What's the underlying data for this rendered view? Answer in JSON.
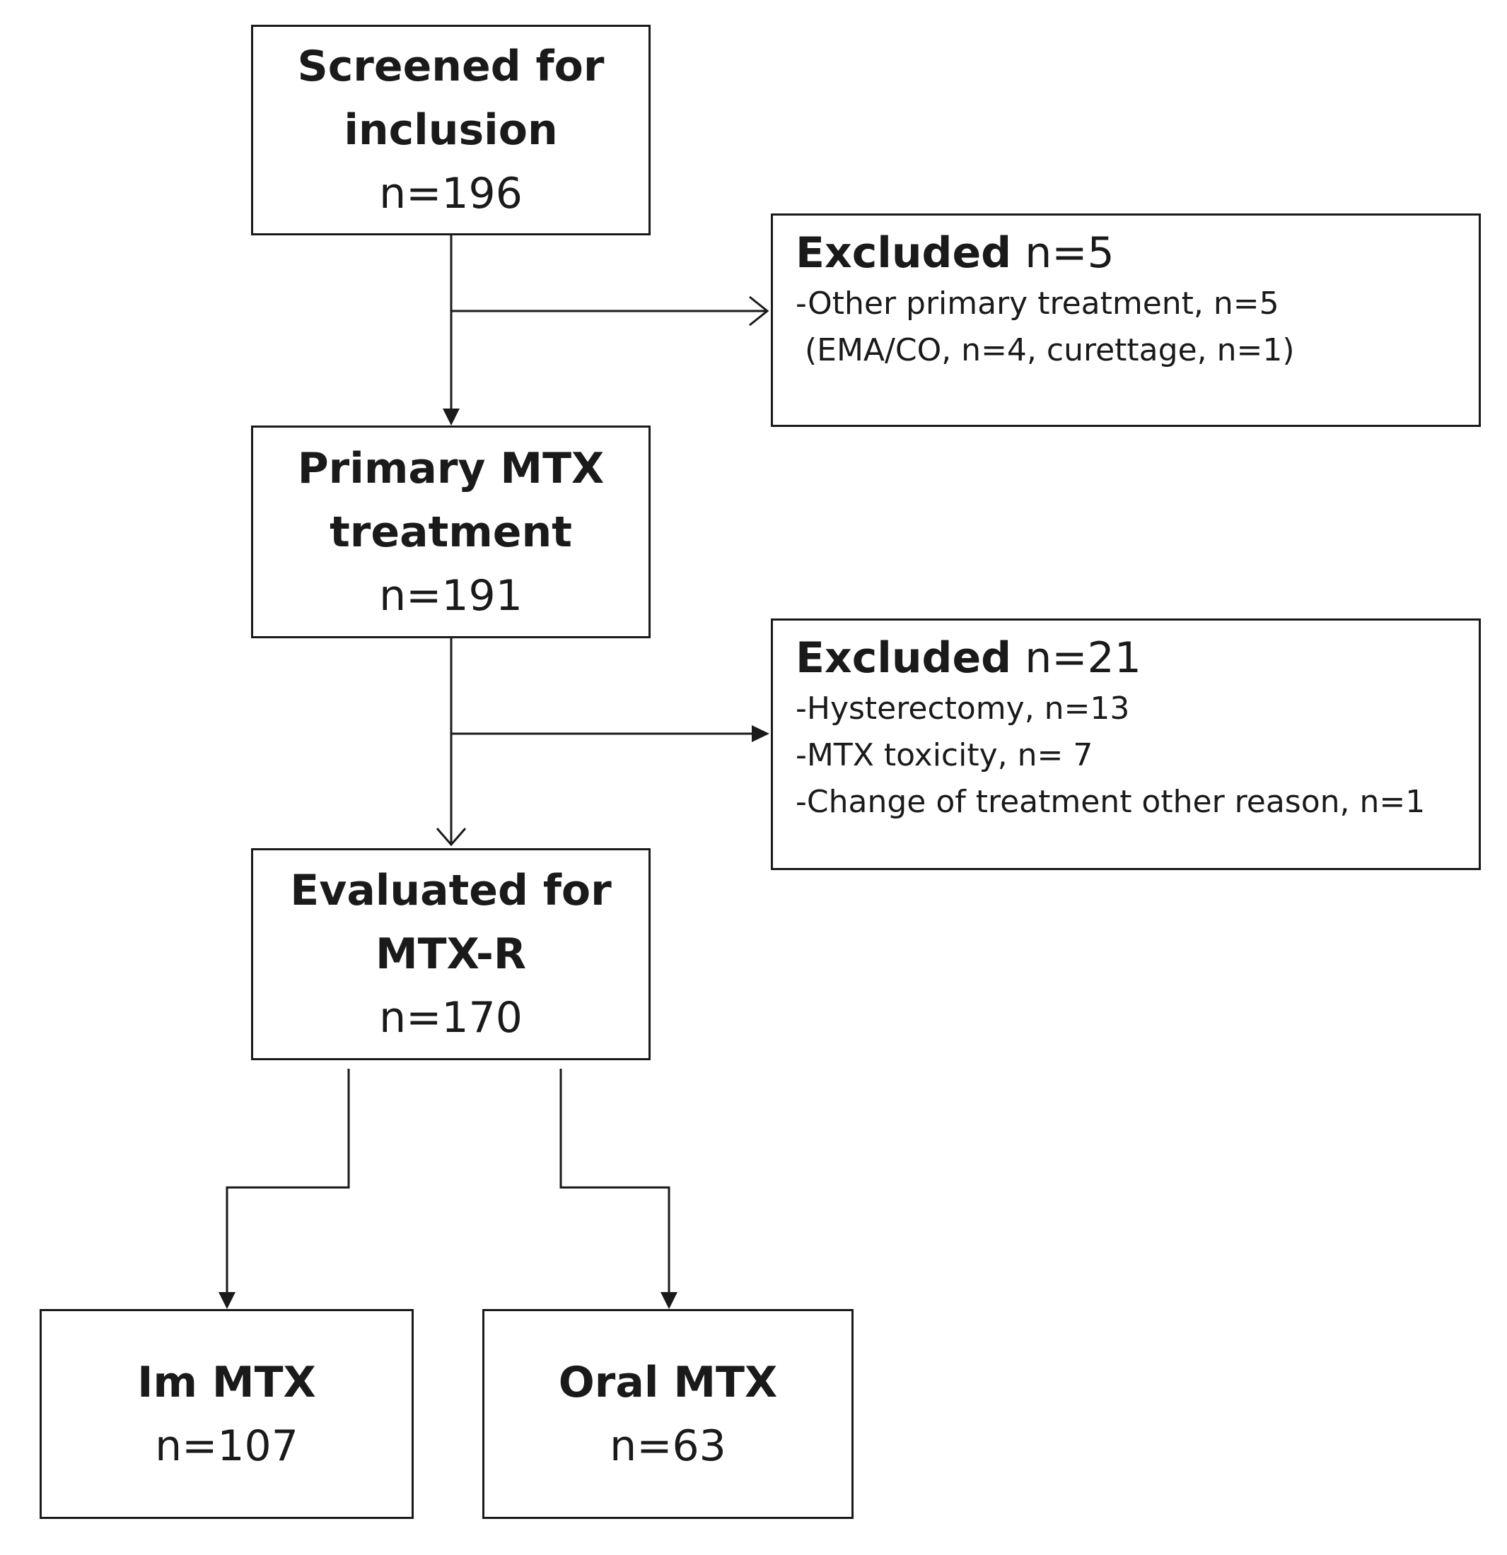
{
  "flow": {
    "screened": {
      "title_line1": "Screened for",
      "title_line2": "inclusion",
      "count": "n=196"
    },
    "primary": {
      "title_line1": "Primary MTX",
      "title_line2": "treatment",
      "count": "n=191"
    },
    "evaluated": {
      "title_line1": "Evaluated for",
      "title_line2": "MTX-R",
      "count": "n=170"
    },
    "im": {
      "title": "Im MTX",
      "count": "n=107"
    },
    "oral": {
      "title": "Oral MTX",
      "count": "n=63"
    }
  },
  "excluded_1": {
    "heading": "Excluded",
    "count": "n=5",
    "items": [
      "-Other primary treatment, n=5",
      " (EMA/CO, n=4, curettage, n=1)"
    ]
  },
  "excluded_2": {
    "heading": "Excluded",
    "count": "n=21",
    "items": [
      "-Hysterectomy, n=13",
      "-MTX toxicity, n= 7",
      "-Change of treatment other reason, n=1"
    ]
  },
  "colors": {
    "line": "#1a1a1a",
    "background": "#ffffff"
  }
}
